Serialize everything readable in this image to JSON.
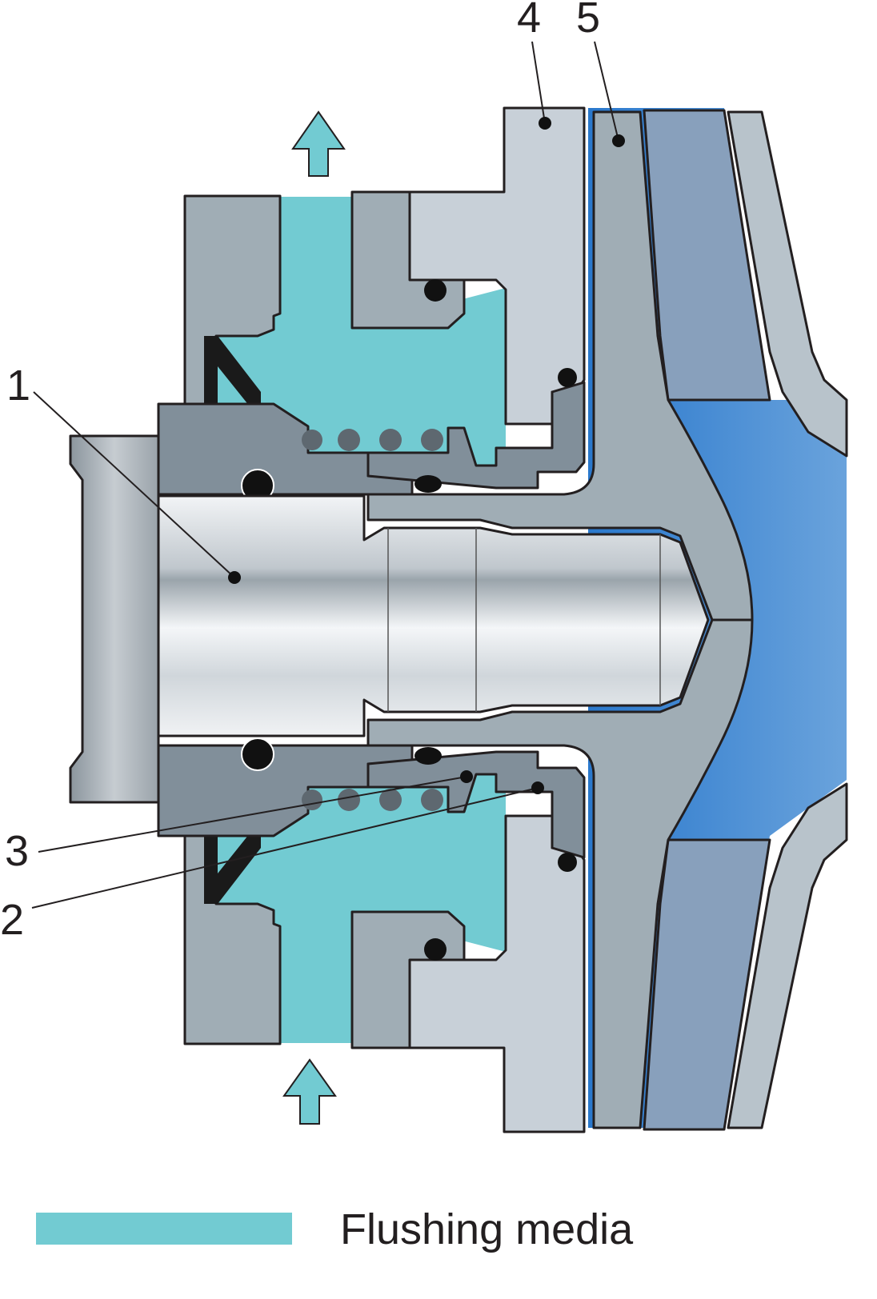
{
  "title": "Mechanical seal with flushing media – cross section",
  "labels": {
    "part1": "1",
    "part2": "2",
    "part3": "3",
    "part4": "4",
    "part5": "5"
  },
  "legend": {
    "label": "Flushing media",
    "color": "#72CBD2"
  },
  "colors": {
    "flushing": "#72CBD2",
    "housing_light": "#C8D0D8",
    "impeller_grey": "#A0ADB5",
    "seal_dark": "#818F9A",
    "pump_blue": "#3A86D4",
    "blade_bluegrey": "#88A0BC"
  }
}
